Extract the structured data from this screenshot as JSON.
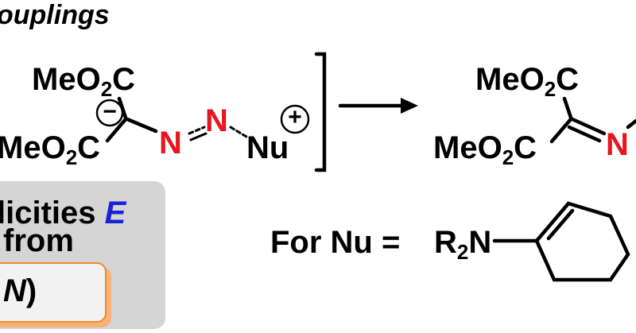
{
  "header": {
    "title": "ouplings"
  },
  "left_scheme": {
    "top_ester": "MeO",
    "top_ester_sub": "2",
    "top_ester_tail": "C",
    "bottom_ester": "MeO",
    "bottom_ester_sub": "2",
    "bottom_ester_tail": "C",
    "anion_charge": "−",
    "n1": "N",
    "n2": "N",
    "nucleophile": "Nu",
    "cation_charge": "+"
  },
  "right_scheme": {
    "top_ester": "MeO",
    "top_ester_sub": "2",
    "top_ester_tail": "C",
    "bottom_ester": "MeO",
    "bottom_ester_sub": "2",
    "bottom_ester_tail": "C",
    "n_partial": "N"
  },
  "nu_definition": {
    "label": "For Nu =",
    "amine_r": "R",
    "amine_sub": "2",
    "amine_n": "N"
  },
  "info_box": {
    "line1_text": "licities ",
    "line1_symbol": "E",
    "line2": "from",
    "inner_symbol": "N",
    "inner_paren": ")"
  },
  "colors": {
    "nitrogen": "#e8141e",
    "electrophilicity": "#1a22d6",
    "box_border": "#f08a2a",
    "box_fill": "#d5d5d5"
  }
}
